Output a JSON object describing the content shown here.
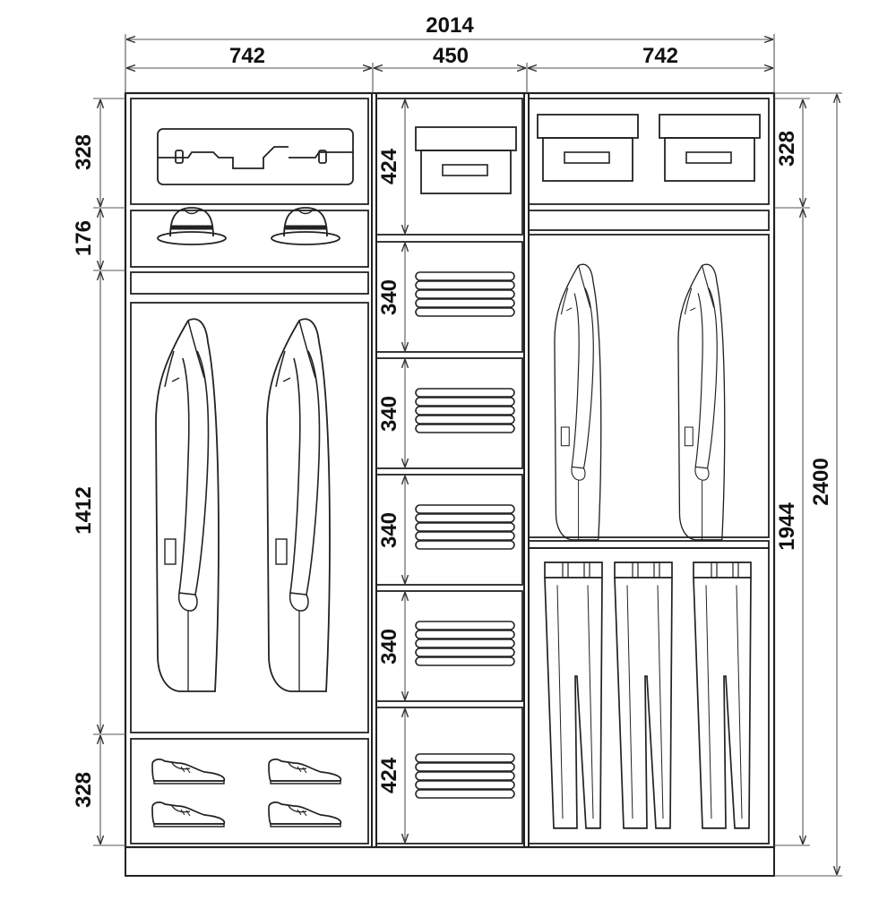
{
  "dimensions": {
    "total_width": "2014",
    "left_width": "742",
    "middle_width": "450",
    "right_width": "742",
    "left_top_height": "328",
    "left_hat_height": "176",
    "left_hanging_height": "1412",
    "left_bottom_height": "328",
    "middle_top_height": "424",
    "middle_shelf_1": "340",
    "middle_shelf_2": "340",
    "middle_shelf_3": "340",
    "middle_shelf_4": "340",
    "middle_bottom_height": "424",
    "right_top_height": "328",
    "right_inner_height": "1944",
    "total_height": "2400"
  },
  "icons": [
    "suitcase-icon",
    "hat-icon",
    "storage-box-icon",
    "folded-clothes-icon",
    "jacket-icon",
    "trousers-icon",
    "shoe-icon"
  ],
  "line_color": "#222222",
  "background_color": "#ffffff"
}
